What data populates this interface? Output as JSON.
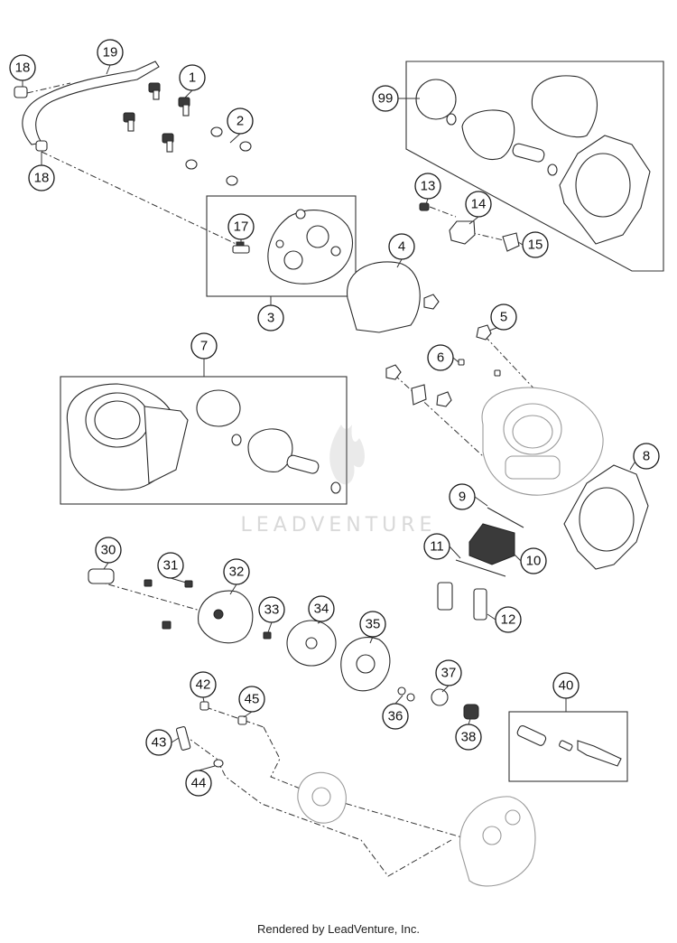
{
  "watermark": "LEADVENTURE",
  "footer": "Rendered by LeadVenture, Inc.",
  "callouts": [
    "18",
    "19",
    "1",
    "2",
    "18",
    "17",
    "3",
    "99",
    "13",
    "14",
    "15",
    "4",
    "5",
    "6",
    "7",
    "8",
    "9",
    "11",
    "10",
    "12",
    "30",
    "31",
    "32",
    "33",
    "34",
    "35",
    "37",
    "36",
    "38",
    "42",
    "45",
    "43",
    "44",
    "40"
  ],
  "icons": [
    "flame-logo-icon"
  ]
}
